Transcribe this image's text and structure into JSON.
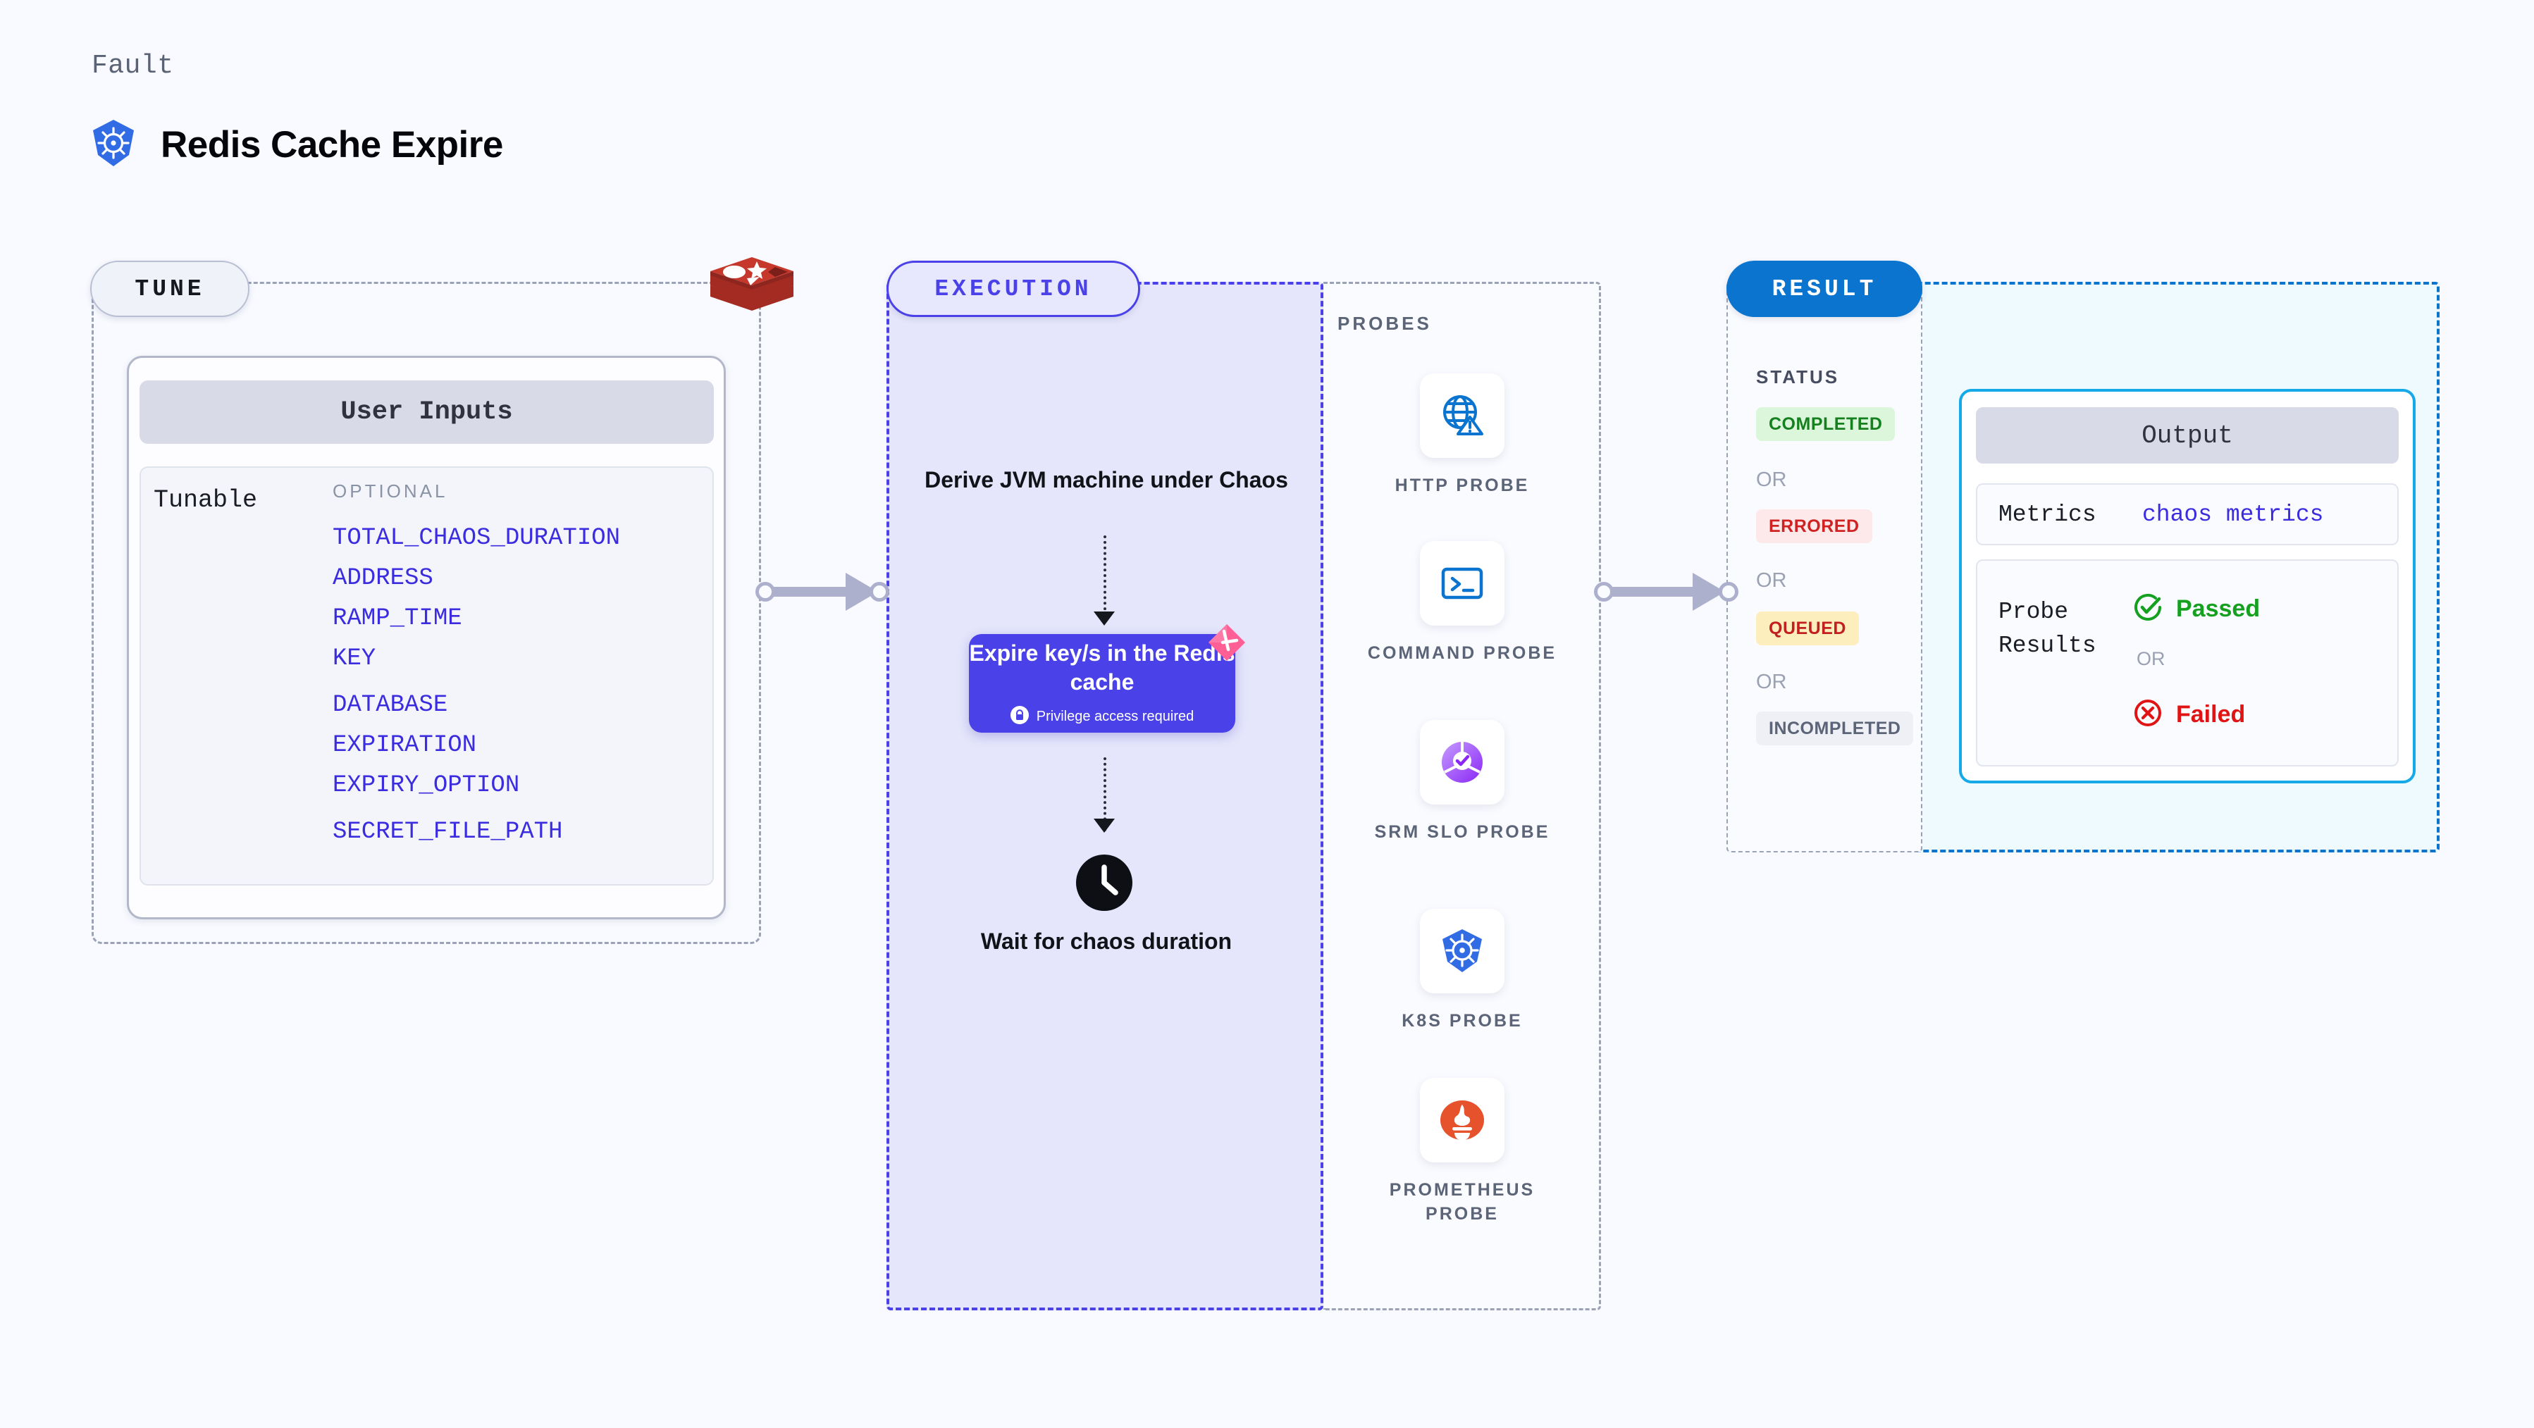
{
  "header": {
    "kicker": "Fault",
    "title": "Redis Cache Expire",
    "icon": "kubernetes-icon"
  },
  "tune": {
    "pill_label": "TUNE",
    "user_inputs_title": "User Inputs",
    "tunable_label": "Tunable",
    "optional_label": "OPTIONAL",
    "redis_icon": "redis-logo",
    "params": [
      {
        "name": "TOTAL_CHAOS_DURATION",
        "gap": false
      },
      {
        "name": "ADDRESS",
        "gap": false
      },
      {
        "name": "RAMP_TIME",
        "gap": false
      },
      {
        "name": "KEY",
        "gap": false
      },
      {
        "name": "DATABASE",
        "gap": true
      },
      {
        "name": "EXPIRATION",
        "gap": false
      },
      {
        "name": "EXPIRY_OPTION",
        "gap": false
      },
      {
        "name": "SECRET_FILE_PATH",
        "gap": true
      }
    ]
  },
  "execution": {
    "pill_label": "EXECUTION",
    "step_top": "Derive JVM machine under Chaos",
    "action": {
      "title": "Expire key/s in the Redis cache",
      "note": "Privilege access required",
      "lock_icon": "lock-icon",
      "ribbon_icon": "chaos-ribbon-icon"
    },
    "step_bottom": "Wait for chaos duration",
    "clock_icon": "clock-icon"
  },
  "probes": {
    "label": "PROBES",
    "items": [
      {
        "name": "HTTP PROBE",
        "icon": "globe-warning-icon"
      },
      {
        "name": "COMMAND PROBE",
        "icon": "terminal-icon"
      },
      {
        "name": "SRM SLO PROBE",
        "icon": "slo-gauge-icon"
      },
      {
        "name": "K8S PROBE",
        "icon": "kubernetes-icon"
      },
      {
        "name": "PROMETHEUS PROBE",
        "icon": "prometheus-icon"
      }
    ]
  },
  "result": {
    "pill_label": "RESULT",
    "status_label": "STATUS",
    "or_label": "OR",
    "statuses": [
      {
        "label": "COMPLETED",
        "bg": "#dcf6dc",
        "fg": "#15801d"
      },
      {
        "label": "ERRORED",
        "bg": "#fde9e9",
        "fg": "#cf2222"
      },
      {
        "label": "QUEUED",
        "bg": "#fdeebd",
        "fg": "#c22020"
      },
      {
        "label": "INCOMPLETED",
        "bg": "#eef0f6",
        "fg": "#5c6478"
      }
    ],
    "output": {
      "title": "Output",
      "metrics_key": "Metrics",
      "metrics_value": "chaos metrics",
      "probe_key": "Probe Results",
      "passed_label": "Passed",
      "failed_label": "Failed",
      "or_label": "OR",
      "pass_icon": "check-circle-icon",
      "fail_icon": "x-circle-icon"
    }
  },
  "colors": {
    "background": "#f8faff",
    "accent_purple": "#4a42e8",
    "accent_blue": "#0b74cf",
    "accent_cyan": "#16a9e8",
    "param_text": "#3b2ce0",
    "redis_red": "#b3382c",
    "ribbon_pink": "#ff6b9d"
  }
}
